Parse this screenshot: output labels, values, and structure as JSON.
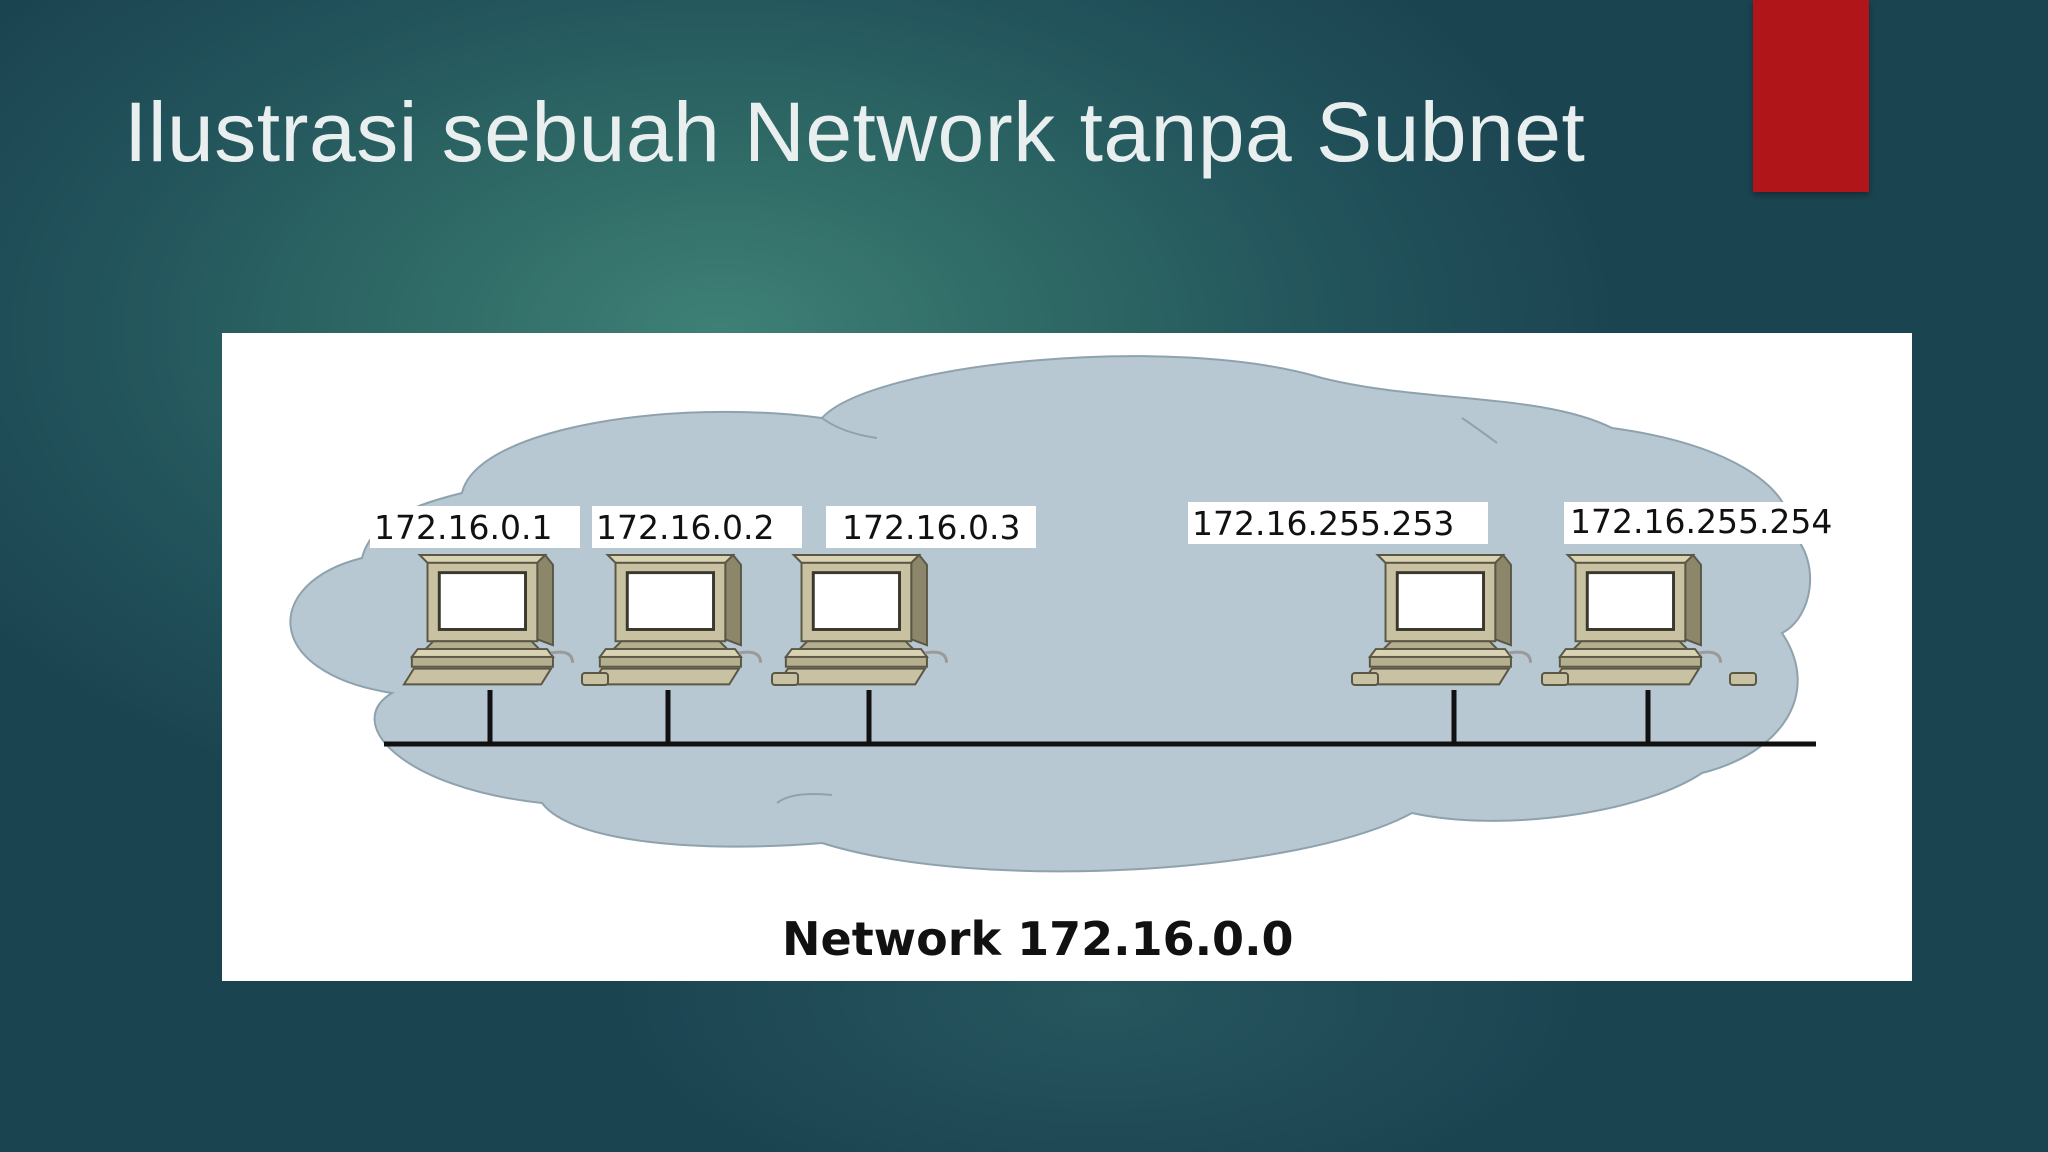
{
  "slide": {
    "title": "Ilustrasi sebuah Network tanpa Subnet",
    "accent_color": "#b0151a"
  },
  "diagram": {
    "network_label": "Network 172.16.0.0",
    "cloud_color": "#b7c8d2",
    "hosts": [
      {
        "ip": "172.16.0.1"
      },
      {
        "ip": "172.16.0.2"
      },
      {
        "ip": "172.16.0.3"
      },
      {
        "ip": "172.16.255.253"
      },
      {
        "ip": "172.16.255.254"
      }
    ]
  }
}
